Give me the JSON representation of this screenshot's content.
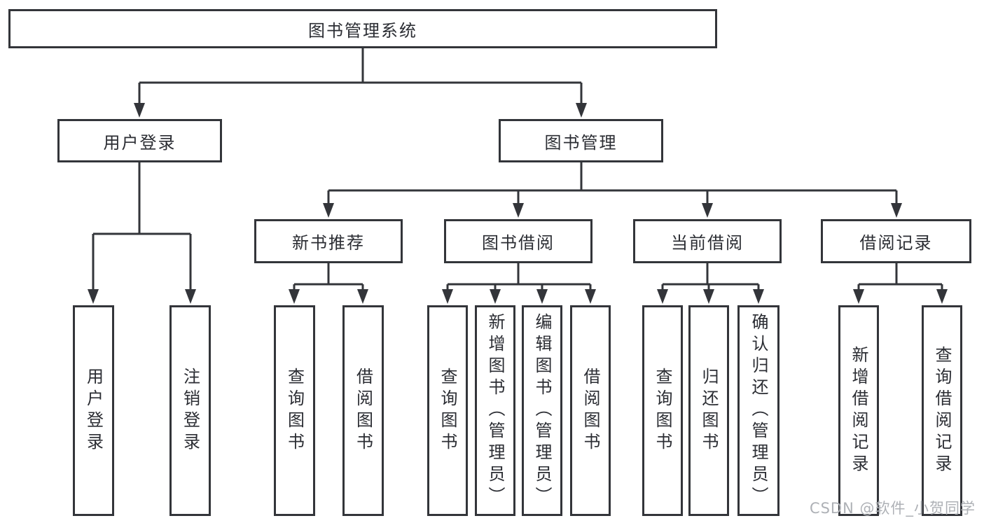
{
  "diagram": {
    "root": {
      "label": "图书管理系统"
    },
    "branches": {
      "user_login": {
        "label": "用户登录",
        "children": [
          {
            "label": "用户登录"
          },
          {
            "label": "注销登录"
          }
        ]
      },
      "book_mgmt": {
        "label": "图书管理",
        "children": [
          {
            "label": "新书推荐",
            "children": [
              {
                "label": "查询图书"
              },
              {
                "label": "借阅图书"
              }
            ]
          },
          {
            "label": "图书借阅",
            "children": [
              {
                "label": "查询图书"
              },
              {
                "label": "新增图书（管理员）"
              },
              {
                "label": "编辑图书（管理员）"
              },
              {
                "label": "借阅图书"
              }
            ]
          },
          {
            "label": "当前借阅",
            "children": [
              {
                "label": "查询图书"
              },
              {
                "label": "归还图书"
              },
              {
                "label": "确认归还（管理员）"
              }
            ]
          },
          {
            "label": "借阅记录",
            "children": [
              {
                "label": "新增借阅记录"
              },
              {
                "label": "查询借阅记录"
              }
            ]
          }
        ]
      }
    }
  },
  "watermark": {
    "text": "CSDN @软件_小贺同学"
  },
  "colors": {
    "line": "#33353a",
    "text": "#2b2d33",
    "watermark": "#aeb1b6",
    "box_background": "#ffffff"
  }
}
